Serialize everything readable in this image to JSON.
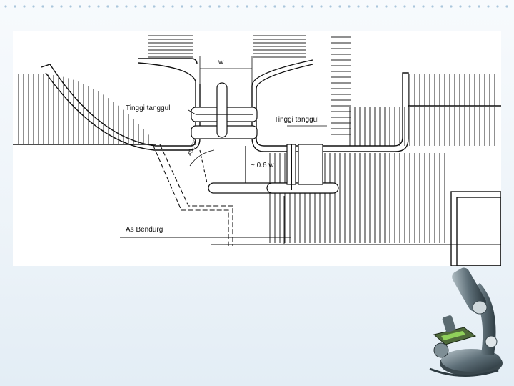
{
  "slide": {
    "background_color": "#eef4f9",
    "dot_color": "#aac6dc"
  },
  "drawing": {
    "labels": {
      "width_symbol": "w",
      "angle": "45-70°",
      "levee_height_left": "Tinggi tanggul",
      "levee_height_right": "Tinggi tanggul",
      "offset": "~ 0.6 w",
      "weir_axis": "As Bendurg"
    }
  },
  "decoration": {
    "icon": "microscope-icon"
  }
}
